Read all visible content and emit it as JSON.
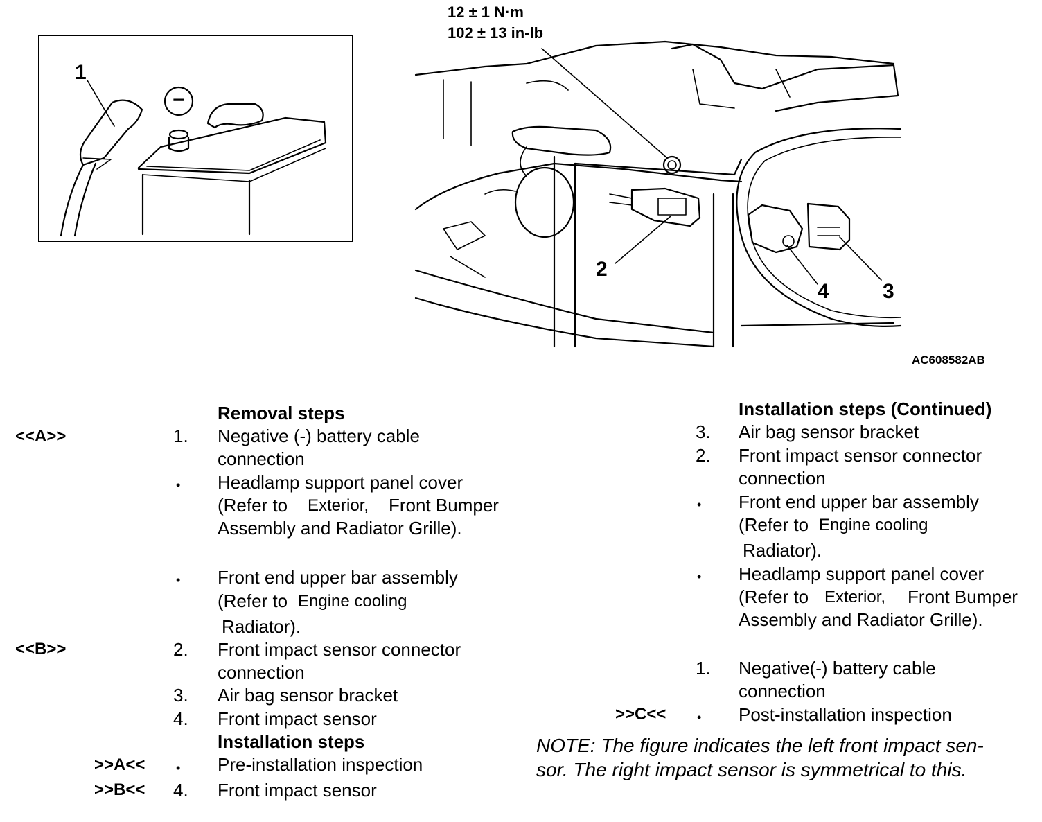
{
  "figure": {
    "torque_line1": "12 ± 1 N·m",
    "torque_line2": "102 ± 13 in-lb",
    "figure_id": "AC608582AB",
    "inset_callout": "1",
    "callout_2": "2",
    "callout_3": "3",
    "callout_4": "4",
    "negative_symbol": "−"
  },
  "left": {
    "removal_heading": "Removal steps",
    "items": [
      {
        "ref": "<<A>>",
        "marker": "1.",
        "lines": [
          "Negative (-) battery cable",
          "connection"
        ]
      },
      {
        "ref": "",
        "marker": "•",
        "lines": [
          "Headlamp support panel cover",
          "(Refer to",
          "Exterior,",
          "Front Bumper",
          "Assembly and Radiator Grille)."
        ]
      },
      {
        "ref": "",
        "marker": "•",
        "lines": [
          "Front end upper bar assembly",
          "(Refer to",
          "Engine cooling",
          "Radiator)."
        ]
      },
      {
        "ref": "<<B>>",
        "marker": "2.",
        "lines": [
          "Front impact sensor connector",
          "connection"
        ]
      },
      {
        "ref": "",
        "marker": "3.",
        "lines": [
          "Air bag sensor bracket"
        ]
      },
      {
        "ref": "",
        "marker": "4.",
        "lines": [
          "Front impact sensor"
        ]
      }
    ],
    "installation_heading": "Installation steps",
    "install_items": [
      {
        "ref": ">>A<<",
        "marker": "•",
        "lines": [
          "Pre-installation inspection"
        ]
      },
      {
        "ref": ">>B<<",
        "marker": "4.",
        "lines": [
          "Front impact sensor"
        ]
      }
    ]
  },
  "right": {
    "heading": "Installation steps (Continued)",
    "items": [
      {
        "ref": "",
        "marker": "3.",
        "lines": [
          "Air bag sensor bracket"
        ]
      },
      {
        "ref": "",
        "marker": "2.",
        "lines": [
          "Front impact sensor connector",
          "connection"
        ]
      },
      {
        "ref": "",
        "marker": "•",
        "lines": [
          "Front end upper bar assembly",
          "(Refer to",
          "Engine cooling",
          "Radiator)."
        ]
      },
      {
        "ref": "",
        "marker": "•",
        "lines": [
          "Headlamp support panel cover",
          "(Refer to",
          "Exterior,",
          "Front Bumper",
          "Assembly and Radiator Grille)."
        ]
      },
      {
        "ref": "",
        "marker": "1.",
        "lines": [
          "Negative(-) battery cable",
          "connection"
        ]
      },
      {
        "ref": ">>C<<",
        "marker": "•",
        "lines": [
          "Post-installation inspection"
        ]
      }
    ]
  },
  "note": {
    "line1": "NOTE: The figure indicates the left front impact sen-",
    "line2": "sor. The right impact sensor is symmetrical to this."
  }
}
